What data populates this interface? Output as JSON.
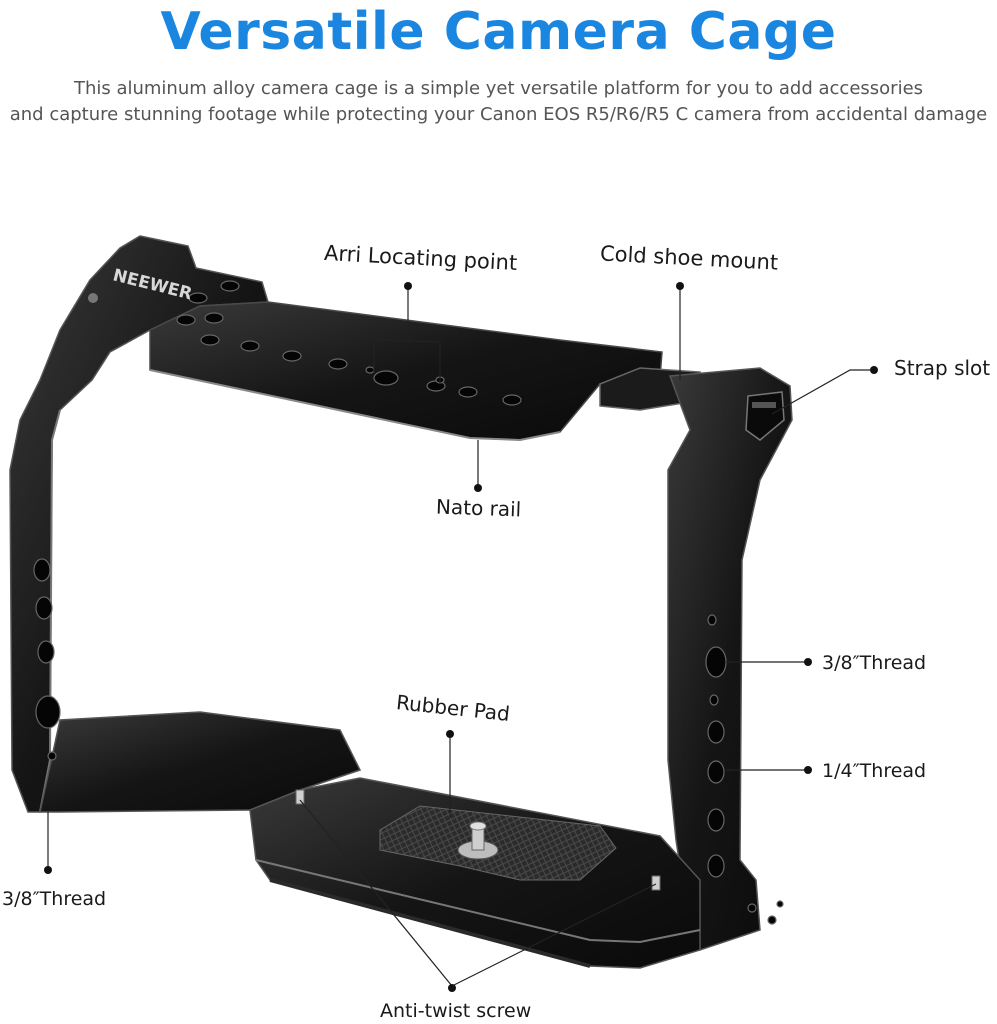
{
  "header": {
    "title": "Versatile Camera Cage",
    "description_line1": "This aluminum alloy camera cage is a simple yet versatile platform for you to add accessories",
    "description_line2": "and capture stunning footage while protecting your Canon EOS R5/R6/R5 C camera from accidental damage"
  },
  "product": {
    "brand": "NEEWER",
    "body_color": "#151515",
    "accent_color": "#1a86e0"
  },
  "callouts": {
    "arri": "Arri Locating point",
    "cold_shoe": "Cold shoe mount",
    "strap": "Strap slot",
    "nato": "Nato rail",
    "thread_38_right": "3/8″Thread",
    "thread_14_right": "1/4″Thread",
    "rubber": "Rubber Pad",
    "thread_38_left": "3/8″Thread",
    "anti_twist": "Anti-twist screw"
  }
}
